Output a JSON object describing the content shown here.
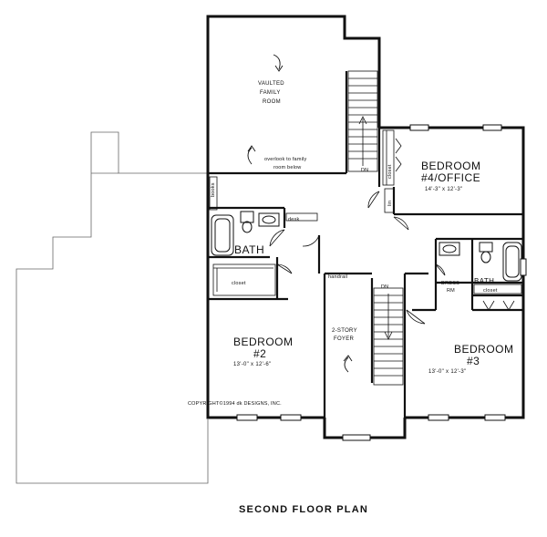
{
  "plan_title": "SECOND FLOOR PLAN",
  "copyright": "COPYRIGHT©1994 dk DESIGNS, INC.",
  "rooms": {
    "vaulted_family_room": {
      "line1": "VAULTED",
      "line2": "FAMILY",
      "line3": "ROOM"
    },
    "overlook": {
      "line1": "overlook to family",
      "line2": "room below"
    },
    "bedroom4": {
      "line1": "BEDROOM",
      "line2": "#4/OFFICE",
      "dims": "14'-3\" x 12'-3\""
    },
    "bedroom2": {
      "line1": "BEDROOM",
      "line2": "#2",
      "dims": "13'-0\" x 12'-6\""
    },
    "bedroom3": {
      "line1": "BEDROOM",
      "line2": "#3",
      "dims": "13'-0\" x 12'-3\""
    },
    "foyer": {
      "line1": "2-STORY",
      "line2": "FOYER"
    },
    "bath_left": "BATH",
    "bath_right": "BATH",
    "dress_rm": {
      "line1": "DRESS",
      "line2": "RM"
    }
  },
  "small_labels": {
    "books": "books",
    "desk": "desk",
    "handrail": "handrail",
    "closet_b2": "closet",
    "closet_b4": "closet",
    "closet_b3": "closet",
    "dn_upper": "DN",
    "dn_lower": "DN",
    "lin": "lin"
  }
}
